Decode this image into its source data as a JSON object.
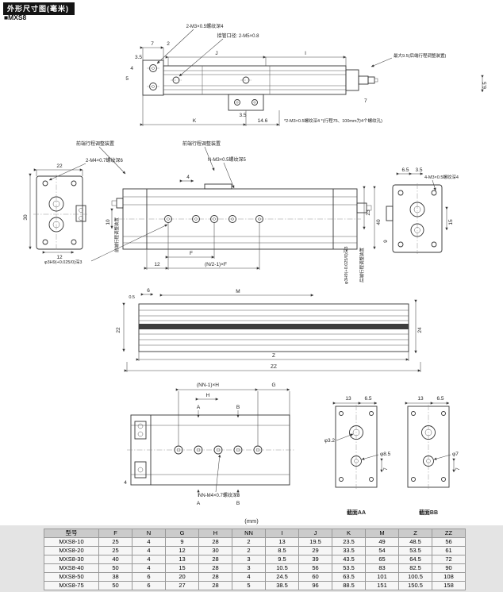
{
  "page": {
    "header": "外形尺寸图(毫米)",
    "model": "■MXS8"
  },
  "d1": {
    "thread_top": "2-M3×0.5螺纹深4",
    "port": "接管口径: 2-M5×0.8",
    "max_note": "最大9.5(后端行程调整装置)",
    "thread_side": "*2-M3×0.5螺纹深4 *(行程75、100mm为4个螺纹孔)",
    "dim_7a": "7",
    "dim_2": "2",
    "dim_35a": "3.5",
    "dim_J": "J",
    "dim_I": "I",
    "dim_4": "4",
    "dim_5": "5",
    "dim_65a": "6.5",
    "dim_7b": "7",
    "dim_35b": "3.5",
    "dim_K": "K",
    "dim_146": "14.6"
  },
  "d2": {
    "front_adj1": "前端行程调整装置",
    "front_adj2": "前端行程调整装置",
    "rear_adj": "后端行程调整装置",
    "thread_left": "2-M4×0.7螺纹深6",
    "thread_topface": "N-M3×0.5螺纹深5",
    "thread_right": "4-M3×0.5螺纹深4",
    "pin_left": "φ3H9(+0.025/0)深3",
    "pin_right": "φ3H9(+0.025/0)深3",
    "dim_22": "22",
    "dim_30": "30",
    "dim_12a": "12",
    "dim_4": "4",
    "dim_23": "23",
    "dim_40": "40",
    "dim_10": "10",
    "dim_F": "F",
    "dim_12b": "12",
    "dim_NF": "(N/2-1)×F",
    "dim_65": "6.5",
    "dim_35": "3.5",
    "dim_15": "15",
    "dim_9": "9"
  },
  "d3": {
    "dim_6": "6",
    "dim_05": "0.5",
    "dim_M": "M",
    "dim_22": "22",
    "dim_24": "24",
    "dim_Z": "Z",
    "dim_ZZ": "ZZ"
  },
  "d4": {
    "dim_NNH": "(NN-1)×H",
    "dim_G": "G",
    "dim_H": "H",
    "sec_A_top": "A",
    "sec_B_top": "B",
    "sec_A_bot": "A",
    "sec_B_bot": "B",
    "dim_4": "4",
    "thread_note": "NN-M4×0.7螺纹深8",
    "aa_13": "13",
    "aa_65": "6.5",
    "aa_phi32": "φ3.2",
    "aa_phi85": "φ8.5",
    "aa_7": "7",
    "bb_13": "13",
    "bb_65": "6.5",
    "bb_phi7": "φ7",
    "bb_7": "7",
    "label_aa": "截面AA",
    "label_bb": "截面BB"
  },
  "table": {
    "unit": "(mm)",
    "columns": [
      "型号",
      "F",
      "N",
      "G",
      "H",
      "NN",
      "I",
      "J",
      "K",
      "M",
      "Z",
      "ZZ"
    ],
    "rows": [
      [
        "MXS8-10",
        "25",
        "4",
        "9",
        "28",
        "2",
        "13",
        "19.5",
        "23.5",
        "49",
        "48.5",
        "56"
      ],
      [
        "MXS8-20",
        "25",
        "4",
        "12",
        "30",
        "2",
        "8.5",
        "29",
        "33.5",
        "54",
        "53.5",
        "61"
      ],
      [
        "MXS8-30",
        "40",
        "4",
        "13",
        "28",
        "3",
        "9.5",
        "39",
        "43.5",
        "65",
        "64.5",
        "72"
      ],
      [
        "MXS8-40",
        "50",
        "4",
        "15",
        "28",
        "3",
        "10.5",
        "56",
        "53.5",
        "83",
        "82.5",
        "90"
      ],
      [
        "MXS8-50",
        "38",
        "6",
        "20",
        "28",
        "4",
        "24.5",
        "60",
        "63.5",
        "101",
        "100.5",
        "108"
      ],
      [
        "MXS8-75",
        "50",
        "6",
        "27",
        "28",
        "5",
        "38.5",
        "96",
        "88.5",
        "151",
        "150.5",
        "158"
      ]
    ]
  }
}
